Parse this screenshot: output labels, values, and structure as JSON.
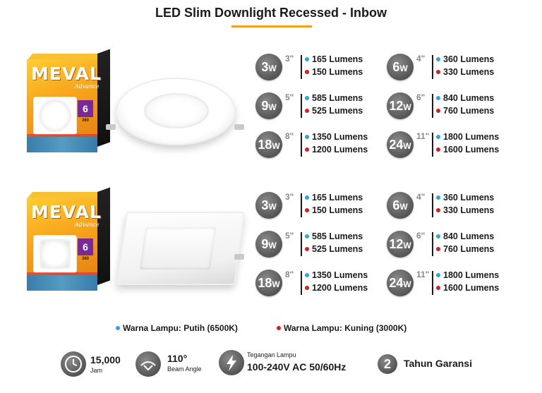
{
  "title": "LED Slim Downlight Recessed - Inbow",
  "colors": {
    "accent": "#f0a020",
    "white_light": "#2aa6e0",
    "warm_light": "#d61e1e",
    "badge": "#555555"
  },
  "product_box": {
    "brand": "MEVAL",
    "series": "Advance",
    "watt": "6",
    "lumens": "360"
  },
  "round_specs": [
    {
      "watt": "3",
      "unit": "W",
      "size": "3\"",
      "white": "165 Lumens",
      "warm": "150 Lumens"
    },
    {
      "watt": "6",
      "unit": "W",
      "size": "4\"",
      "white": "360 Lumens",
      "warm": "330 Lumens"
    },
    {
      "watt": "9",
      "unit": "W",
      "size": "5\"",
      "white": "585 Lumens",
      "warm": "525 Lumens"
    },
    {
      "watt": "12",
      "unit": "W",
      "size": "6\"",
      "white": "840 Lumens",
      "warm": "760 Lumens"
    },
    {
      "watt": "18",
      "unit": "W",
      "size": "8\"",
      "white": "1350 Lumens",
      "warm": "1200 Lumens"
    },
    {
      "watt": "24",
      "unit": "W",
      "size": "11\"",
      "white": "1800 Lumens",
      "warm": "1600 Lumens"
    }
  ],
  "square_specs": [
    {
      "watt": "3",
      "unit": "W",
      "size": "3\"",
      "white": "165 Lumens",
      "warm": "150 Lumens"
    },
    {
      "watt": "6",
      "unit": "W",
      "size": "4\"",
      "white": "360 Lumens",
      "warm": "330 Lumens"
    },
    {
      "watt": "9",
      "unit": "W",
      "size": "5\"",
      "white": "585 Lumens",
      "warm": "525 Lumens"
    },
    {
      "watt": "12",
      "unit": "W",
      "size": "6\"",
      "white": "840 Lumens",
      "warm": "760 Lumens"
    },
    {
      "watt": "18",
      "unit": "W",
      "size": "8\"",
      "white": "1350 Lumens",
      "warm": "1200 Lumens"
    },
    {
      "watt": "24",
      "unit": "W",
      "size": "11\"",
      "white": "1800 Lumens",
      "warm": "1600 Lumens"
    }
  ],
  "legend": {
    "white": "Warna Lampu: Putih (6500K)",
    "warm": "Warna Lampu: Kuning (3000K)"
  },
  "features": {
    "lifetime_value": "15,000",
    "lifetime_unit": "Jam",
    "beam_value": "110°",
    "beam_label": "Beam Angle",
    "voltage_label": "Tegangan Lampu",
    "voltage_value": "100-240V AC 50/60Hz",
    "warranty_number": "2",
    "warranty_label": "Tahun Garansi"
  },
  "icons": [
    "clock-icon",
    "beam-angle-icon",
    "lightning-icon"
  ]
}
